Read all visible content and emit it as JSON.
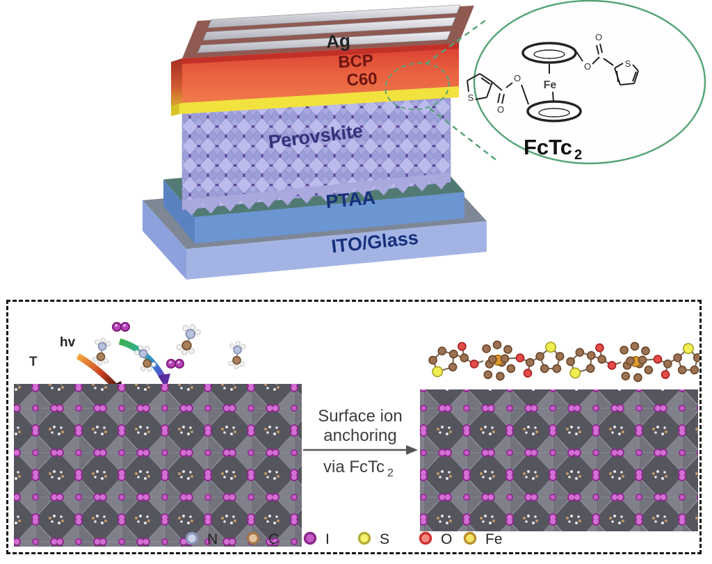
{
  "device": {
    "layer_labels": {
      "ag": "Ag",
      "bcp": "BCP",
      "c60": "C60",
      "perovskite": "Perovskite",
      "ptaa": "PTAA",
      "ito": "ITO/Glass"
    },
    "colors": {
      "bcp_red": "#e04a3c",
      "c60_orange": "#f07b4a",
      "interlayer_yellow": "#f2e23e",
      "perovskite_lavender": "#b6b6e8",
      "ptaa_blue": "#6b96d2",
      "ito_blue": "#a3b4e4",
      "ag_silver": "#d0d0d6",
      "highlight_green": "#57a478"
    }
  },
  "molecule_inset": {
    "name_main": "FcTc",
    "name_sub": "2",
    "fe_label": "Fe",
    "o_label": "O",
    "s_label": "S"
  },
  "mechanism": {
    "light_label": "hv",
    "heat_label": "T",
    "reaction_line1": "Surface ion",
    "reaction_line2": "anchoring",
    "reaction_via_main": "via FcTc",
    "reaction_via_sub": "2"
  },
  "legend": {
    "items": [
      {
        "label": "N",
        "fill": "#ccd2e8",
        "stroke": "#8a94ba"
      },
      {
        "label": "C",
        "fill": "#e3c3a0",
        "stroke": "#a1764b"
      },
      {
        "label": "I",
        "fill": "#c45cc4",
        "stroke": "#8a2a8a"
      },
      {
        "label": "S",
        "fill": "#f4f26e",
        "stroke": "#b5ae35"
      },
      {
        "label": "O",
        "fill": "#f28a80",
        "stroke": "#d03030"
      },
      {
        "label": "Fe",
        "fill": "#f2e565",
        "stroke": "#bb8f2c"
      }
    ]
  }
}
